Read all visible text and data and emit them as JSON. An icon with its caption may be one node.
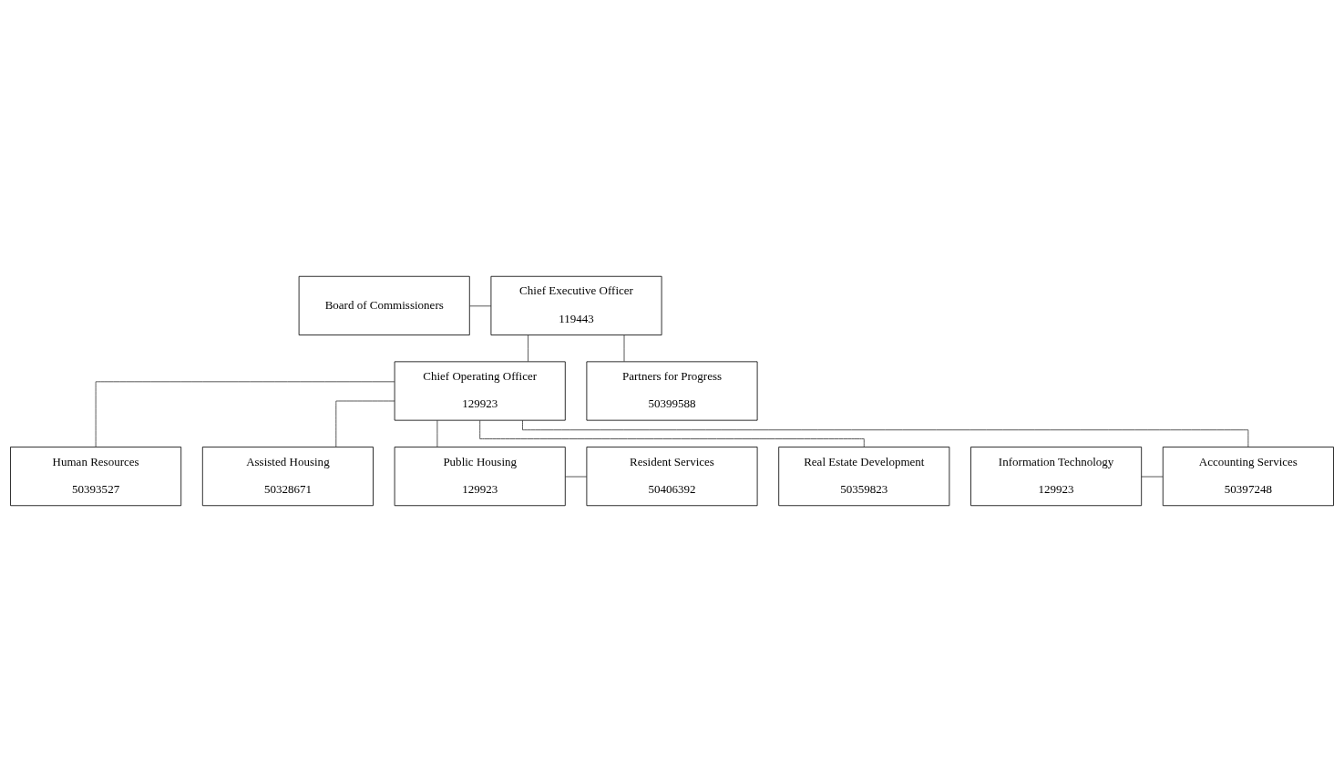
{
  "diagram": {
    "nodes": [
      {
        "text": [
          "Board of Commissioners"
        ]
      },
      {
        "text": [
          "Chief Executive Officer",
          "119443"
        ]
      },
      {
        "text": [
          "Chief Operating Officer",
          "129923"
        ]
      },
      {
        "text": [
          "Partners for Progress",
          "50399588"
        ]
      },
      {
        "text": [
          "Human Resources",
          "50393527"
        ]
      },
      {
        "text": [
          "Assisted Housing",
          "50328671"
        ]
      },
      {
        "text": [
          "Information Technology",
          "129923"
        ]
      },
      {
        "text": [
          "Accounting Services",
          "50397248"
        ]
      },
      {
        "text": [
          "Public Housing",
          "129923"
        ]
      },
      {
        "text": [
          "Resident Services",
          "50406392"
        ]
      },
      {
        "text": [
          "Real Estate Development",
          "50359823"
        ]
      }
    ],
    "edges": [
      {
        "from": 0,
        "to": 1,
        "arrow": "none"
      },
      {
        "from": 1,
        "to": 2,
        "arrow": "none"
      },
      {
        "from": 1,
        "to": 3,
        "arrow": "none"
      },
      {
        "from": 2,
        "to": 4,
        "arrow": "none"
      },
      {
        "from": 2,
        "to": 5,
        "arrow": "none"
      },
      {
        "from": 2,
        "to": 7,
        "arrow": "none"
      },
      {
        "from": 2,
        "to": 8,
        "arrow": "none"
      },
      {
        "from": 2,
        "to": 10,
        "arrow": "none"
      },
      {
        "from": 6,
        "to": 7,
        "arrow": "none"
      },
      {
        "from": 8,
        "to": 9,
        "arrow": "none"
      }
    ]
  }
}
